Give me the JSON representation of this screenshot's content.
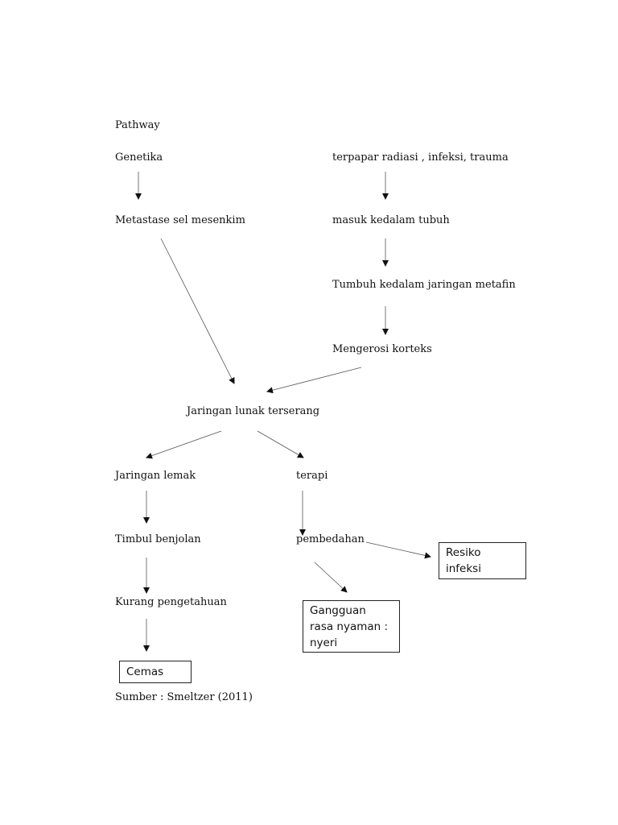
{
  "title": "Pathway",
  "source": "Sumber : Smeltzer  (2011)",
  "nodes": {
    "genetika": "Genetika",
    "metastase": "Metastase sel mesenkim",
    "terpapar": "terpapar radiasi , infeksi, trauma",
    "masuk": "masuk kedalam tubuh",
    "tumbuh": "Tumbuh kedalam jaringan metafin",
    "mengerosi": "Mengerosi korteks",
    "jaringan_lunak": "Jaringan lunak terserang",
    "jaringan_lemak": "Jaringan lemak",
    "terapi": "terapi",
    "timbul": "Timbul benjolan",
    "pembedahan": "pembedahan",
    "kurang": "Kurang pengetahuan"
  },
  "boxes": {
    "resiko": [
      "Resiko",
      "infeksi"
    ],
    "gangguan": [
      "Gangguan",
      "rasa nyaman :",
      "nyeri"
    ],
    "cemas": [
      "Cemas"
    ]
  }
}
